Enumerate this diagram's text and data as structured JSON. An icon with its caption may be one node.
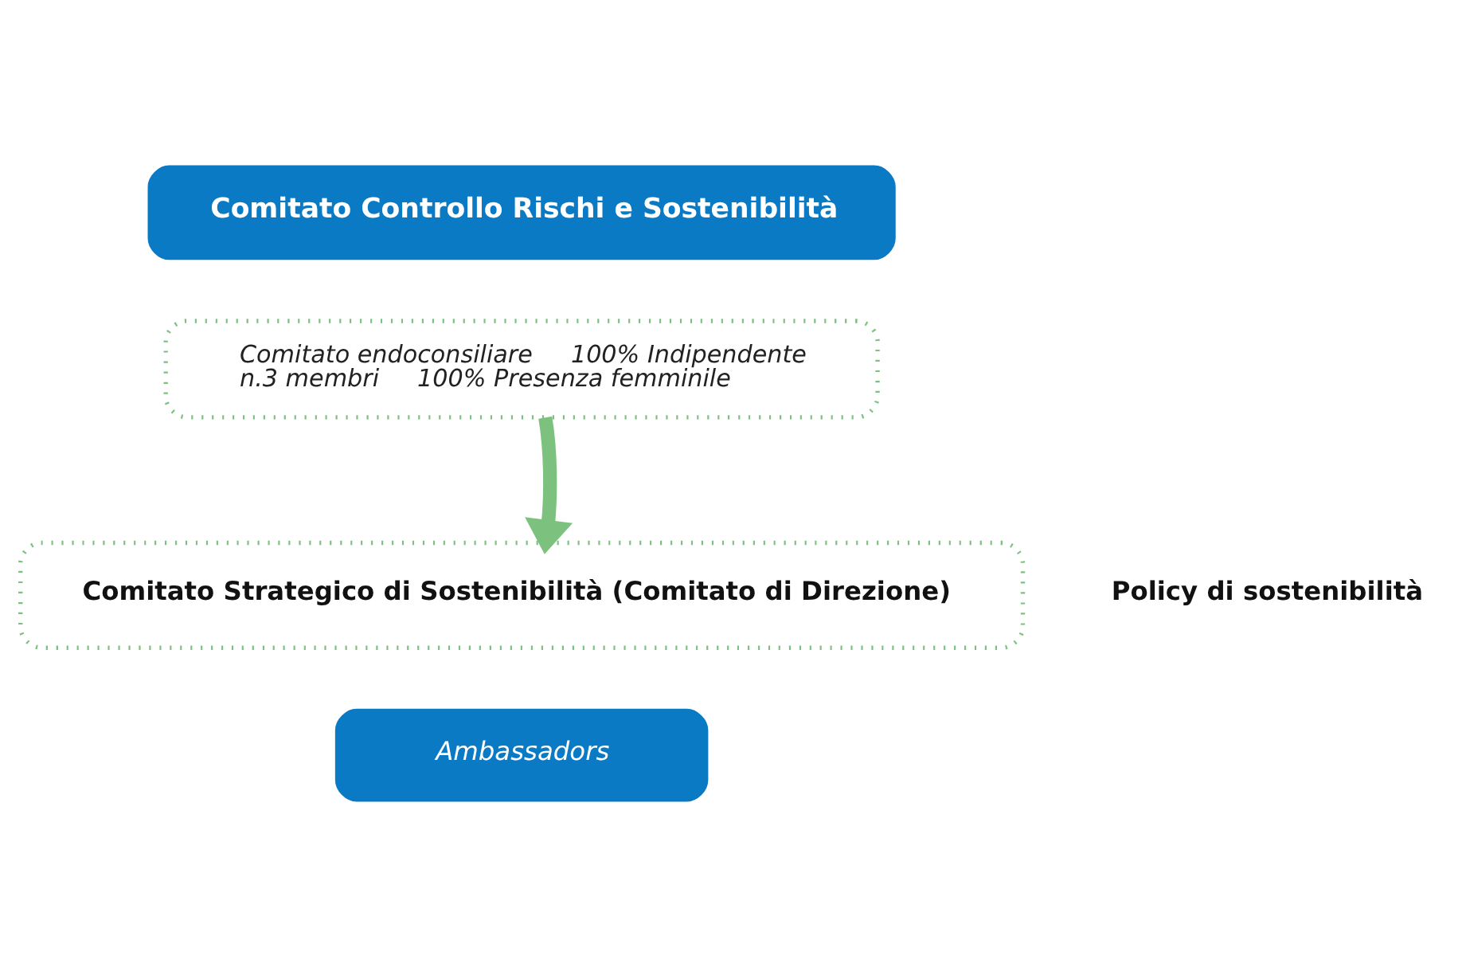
{
  "diagram": {
    "nodes": [
      {
        "text": [
          "Comitato Controllo Rischi e Sostenibilità"
        ]
      },
      {
        "text": [
          "Comitato endoconsiliare",
          "100% Indipendente",
          "n.3 membri",
          "100% Presenza femminile"
        ]
      },
      {
        "text": [
          "Comitato Strategico di Sostenibilità (Comitato di Direzione)"
        ]
      },
      {
        "text": [
          "Ambassadors"
        ]
      }
    ],
    "edges": [
      {
        "from": 1,
        "to": 2,
        "arrow": "to",
        "color": "#7dc17f"
      }
    ],
    "labels": [
      "Policy di sostenibilità"
    ]
  }
}
